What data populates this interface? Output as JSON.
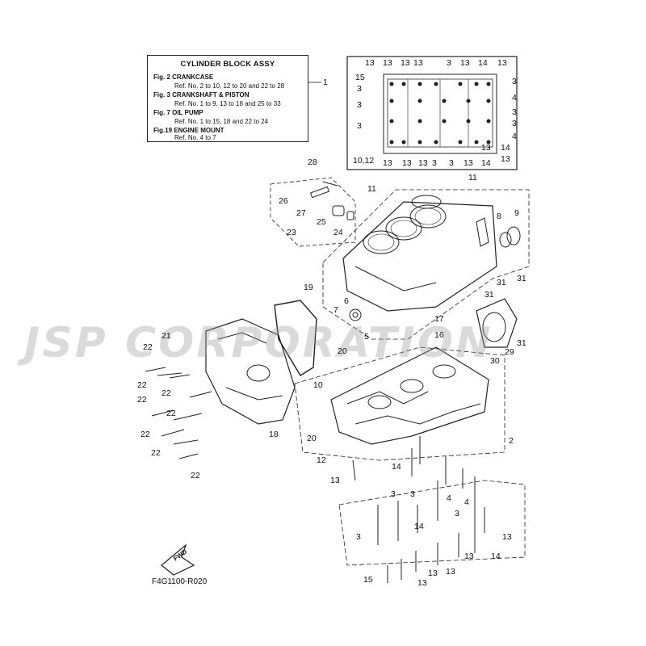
{
  "legend": {
    "title": "CYLINDER BLOCK ASSY",
    "lines": [
      {
        "kind": "fig",
        "text": "Fig. 2 CRANKCASE"
      },
      {
        "kind": "ref",
        "text": "Ref. No. 2 to 10, 12 to 20 and 22 to 28"
      },
      {
        "kind": "fig",
        "text": "Fig. 3 CRANKSHAFT & PISTON"
      },
      {
        "kind": "ref",
        "text": "Ref. No. 1 to 9, 13 to 18 and 25 to 33"
      },
      {
        "kind": "fig",
        "text": "Fig. 7 OIL PUMP"
      },
      {
        "kind": "ref",
        "text": "Ref. No. 1 to 15, 18 and 22 to 24"
      },
      {
        "kind": "fig",
        "text": "Fig.19 ENGINE MOUNT"
      },
      {
        "kind": "ref",
        "text": "Ref. No. 4 to 7"
      }
    ]
  },
  "callouts": [
    "1",
    "13",
    "13",
    "13",
    "13",
    "3",
    "13",
    "14",
    "13",
    "15",
    "3",
    "3",
    "3",
    "3",
    "4",
    "3",
    "3",
    "4",
    "10,12",
    "13",
    "13",
    "13",
    "3",
    "3",
    "13",
    "14",
    "13",
    "14",
    "13",
    "28",
    "11",
    "26",
    "27",
    "25",
    "23",
    "24",
    "11",
    "8",
    "9",
    "19",
    "6",
    "7",
    "5",
    "31",
    "31",
    "31",
    "17",
    "16",
    "29",
    "31",
    "30",
    "21",
    "22",
    "20",
    "22",
    "22",
    "10",
    "22",
    "22",
    "22",
    "18",
    "22",
    "20",
    "12",
    "22",
    "2",
    "14",
    "13",
    "4",
    "4",
    "3",
    "3",
    "3",
    "14",
    "3",
    "13",
    "14",
    "13",
    "13",
    "15",
    "13",
    "13"
  ],
  "watermark": "JSP CORPORATION",
  "fwd_label": "FWD",
  "drawing_code": "F4G1100-R020"
}
